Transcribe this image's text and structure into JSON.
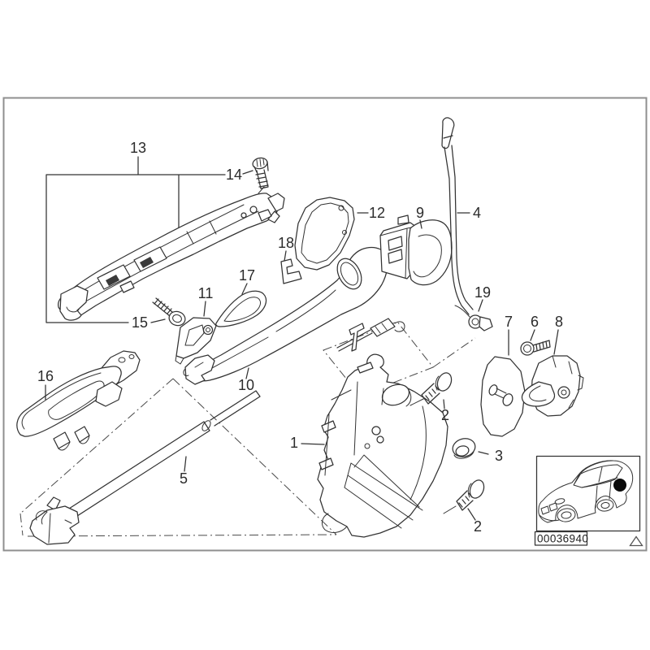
{
  "diagram": {
    "type": "exploded-parts-diagram",
    "colors": {
      "line": "#333333",
      "frame": "#8f8f8f",
      "marker": "#0a0a0a",
      "background": "#ffffff"
    },
    "callouts": [
      {
        "text": "13"
      },
      {
        "text": "14"
      },
      {
        "text": "15"
      },
      {
        "text": "12"
      },
      {
        "text": "9"
      },
      {
        "text": "4"
      },
      {
        "text": "18"
      },
      {
        "text": "17"
      },
      {
        "text": "11"
      },
      {
        "text": "19"
      },
      {
        "text": "7"
      },
      {
        "text": "6"
      },
      {
        "text": "8"
      },
      {
        "text": "16"
      },
      {
        "text": "10"
      },
      {
        "text": "5"
      },
      {
        "text": "1"
      },
      {
        "text": "2"
      },
      {
        "text": "3"
      },
      {
        "text": "2"
      }
    ],
    "footer": {
      "image_number": "00036940"
    },
    "icons": {
      "car_thumbnail": "car-3quarter-outline",
      "position_marker": "black-dot",
      "footnote_triangle": "triangle-outline"
    }
  }
}
